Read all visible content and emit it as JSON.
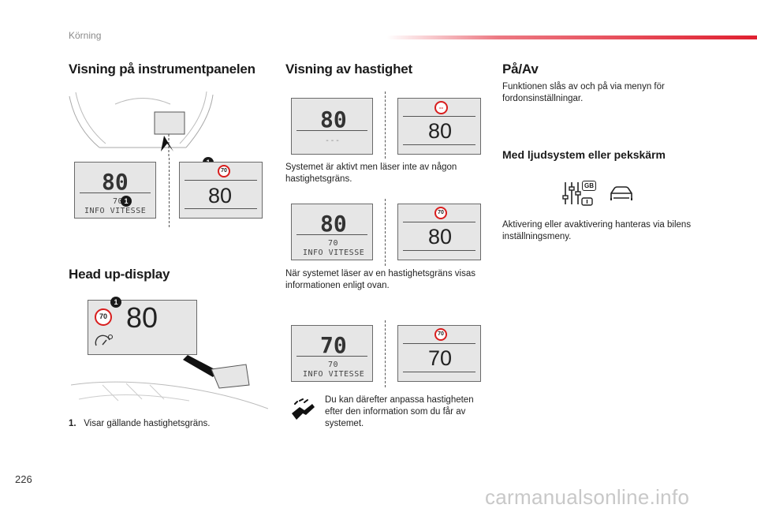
{
  "header": {
    "section": "Körning",
    "accent_color": "#e02030"
  },
  "col1": {
    "heading": "Visning på instrumentpanelen",
    "cluster": {
      "lcd_speed": "80",
      "lcd_limit": "70",
      "lcd_info": "INFO VITESSE",
      "badge": "1",
      "screen_sign": "70",
      "screen_speed": "80"
    },
    "hud_heading": "Head up-display",
    "hud": {
      "badge": "1",
      "sign": "70",
      "speed": "80"
    },
    "footnote_num": "1.",
    "footnote_text": "Visar gällande hastighetsgräns."
  },
  "col2": {
    "heading": "Visning av hastighet",
    "row1": {
      "lcd_speed": "80",
      "lcd_limit": "---",
      "screen_sign": "--",
      "screen_speed": "80"
    },
    "text1": "Systemet är aktivt men läser inte av någon hastighetsgräns.",
    "row2": {
      "lcd_speed": "80",
      "lcd_limit": "70",
      "lcd_info": "INFO VITESSE",
      "screen_sign": "70",
      "screen_speed": "80"
    },
    "text2": "När systemet läser av en hastighetsgräns visas informationen enligt ovan.",
    "row3": {
      "lcd_speed": "70",
      "lcd_limit": "70",
      "lcd_info": "INFO VITESSE",
      "screen_sign": "70",
      "screen_speed": "70"
    },
    "text3": "Du kan därefter anpassa hastigheten efter den information som du får av systemet."
  },
  "col3": {
    "heading": "På/Av",
    "text1": "Funktionen slås av och på via menyn för fordonsinställningar.",
    "subheading": "Med ljudsystem eller pekskärm",
    "icon_badge": "GB",
    "text2": "Aktivering eller avaktivering hanteras via bilens inställningsmeny."
  },
  "footer": {
    "page_number": "226",
    "watermark": "carmanualsonline.info"
  }
}
